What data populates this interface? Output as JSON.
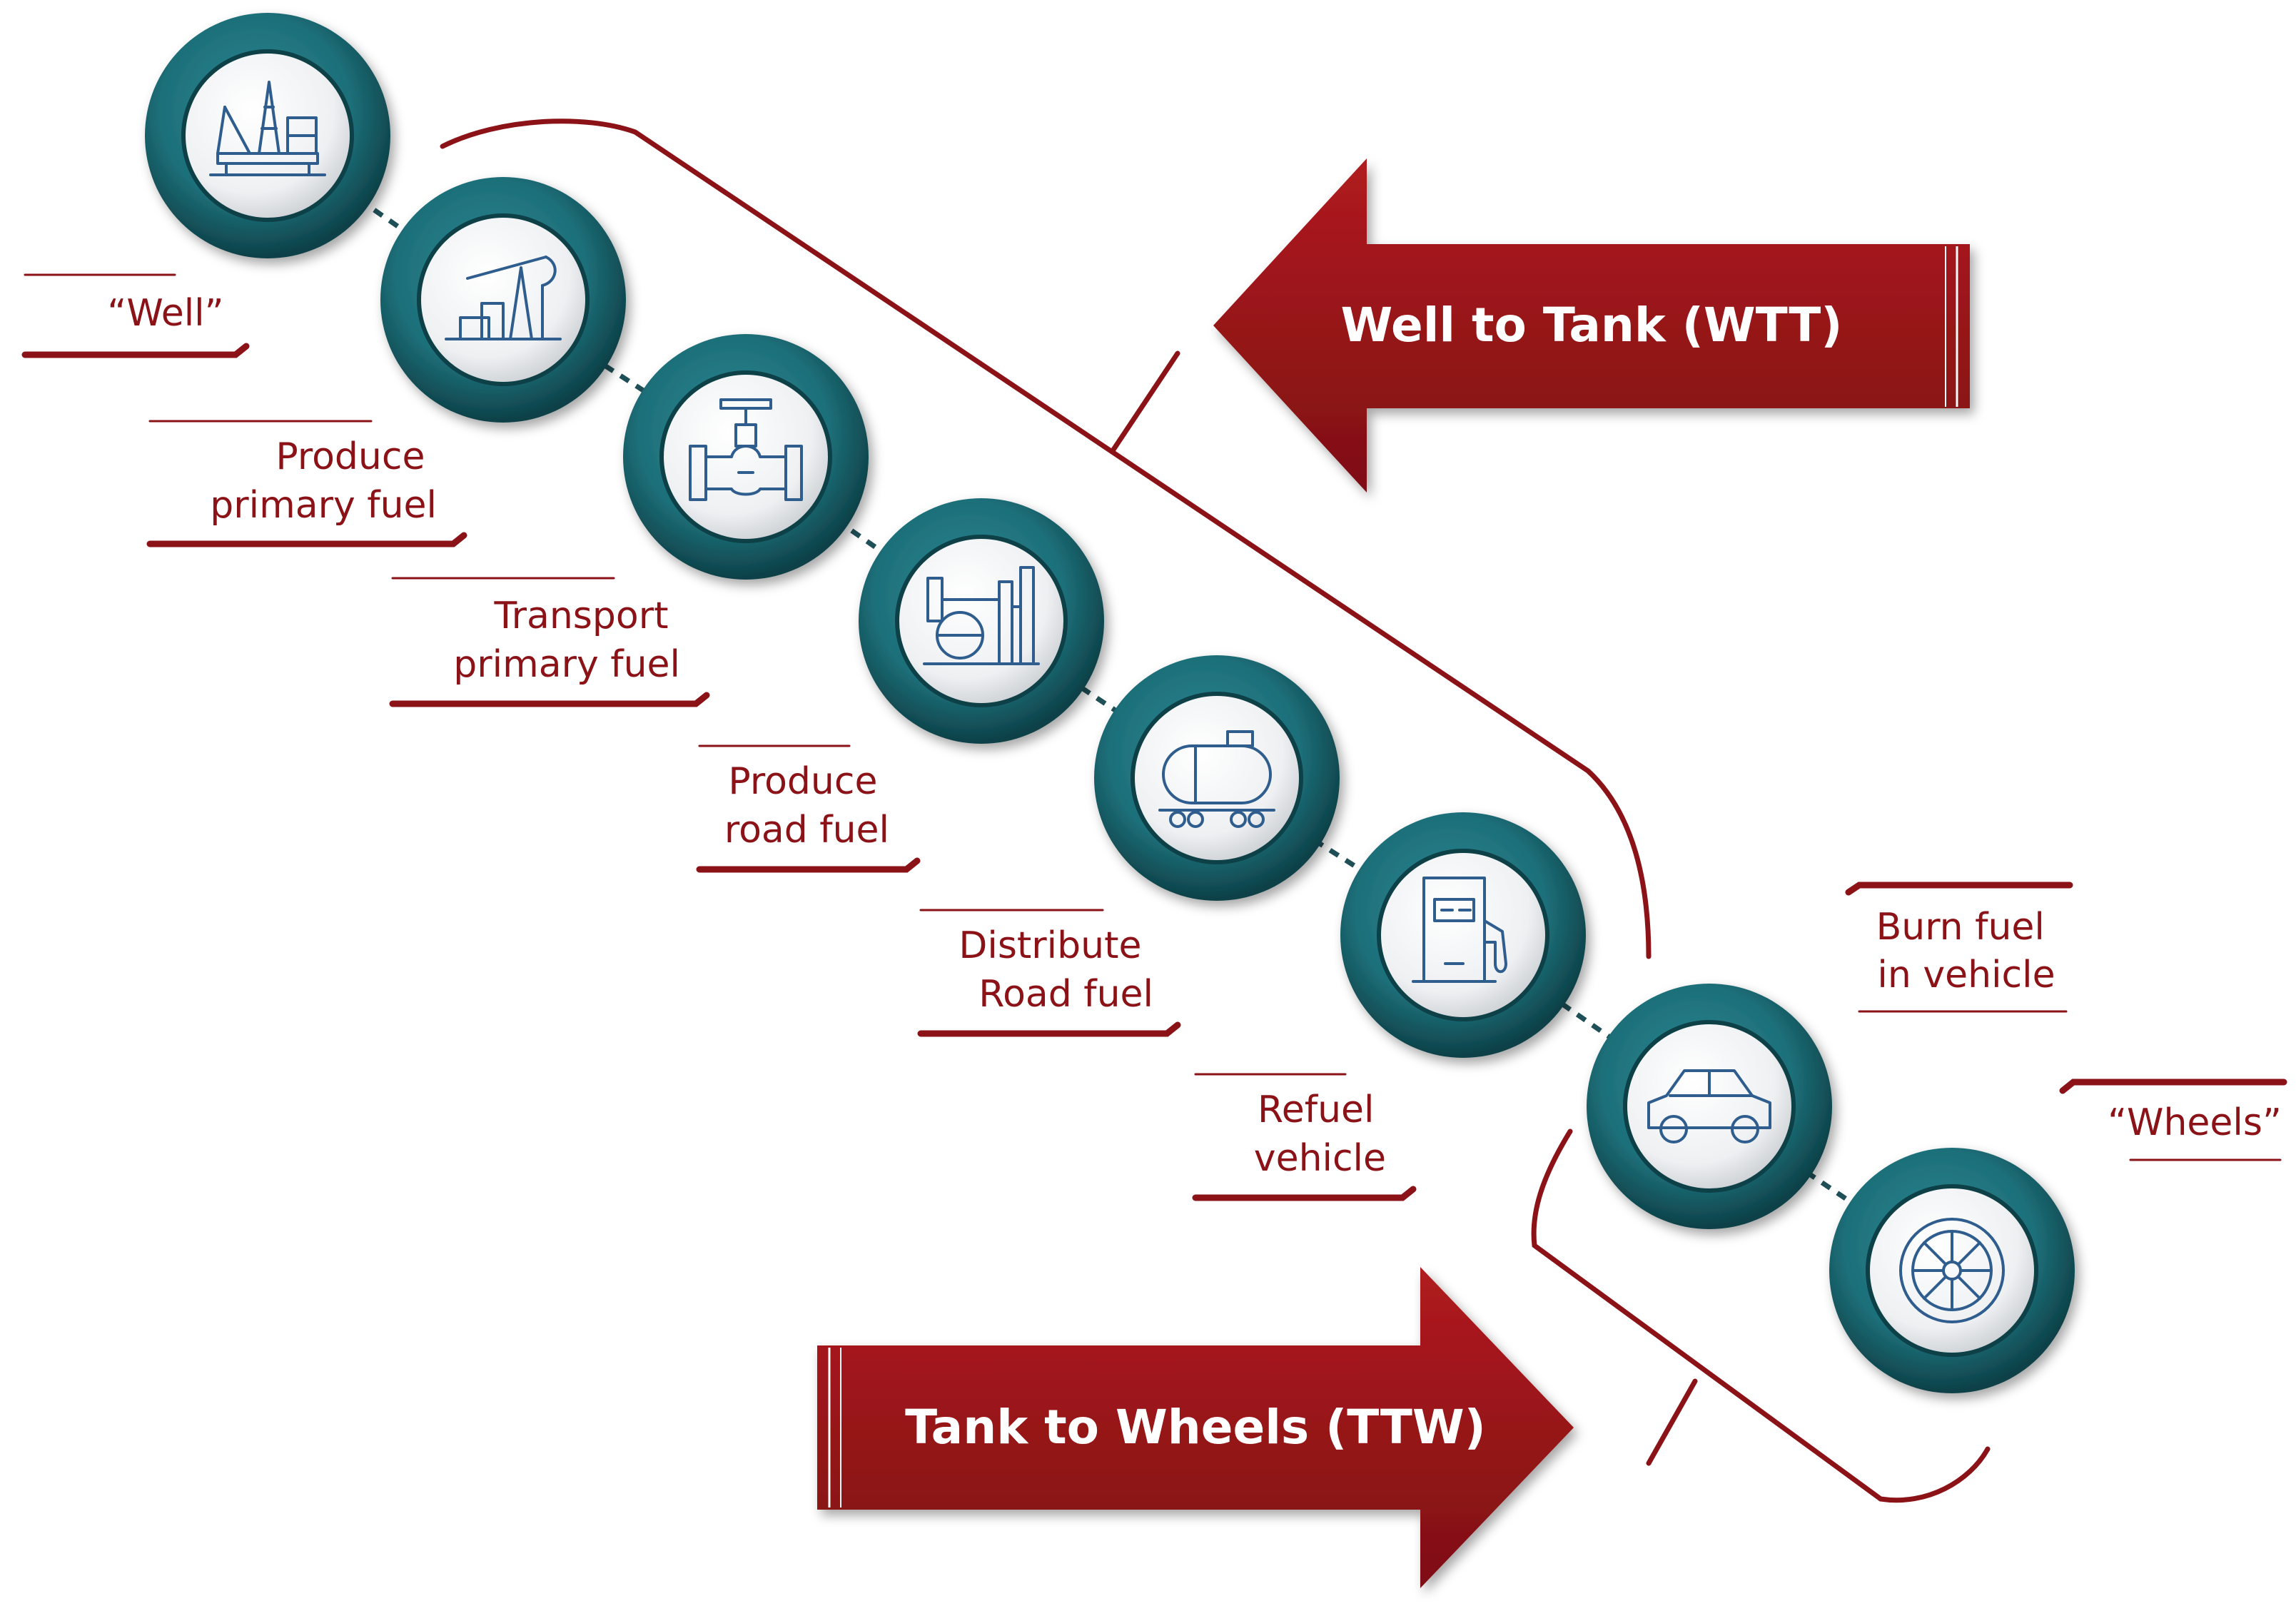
{
  "colors": {
    "accent_red": "#9b1419",
    "dark_red": "#6e0b0e",
    "ring_teal": "#1d6f79",
    "ring_dark": "#0f4a52",
    "icon_blue": "#2e5d8e"
  },
  "arrows": {
    "wtt": "Well to Tank (WTT)",
    "ttw": "Tank to Wheels (TTW)"
  },
  "steps": [
    {
      "icon": "oil-rig-icon",
      "lines": [
        "“Well”"
      ]
    },
    {
      "icon": "pumpjack-icon",
      "lines": [
        "Produce",
        "primary fuel"
      ]
    },
    {
      "icon": "pipeline-valve-icon",
      "lines": [
        "Transport",
        "primary fuel"
      ]
    },
    {
      "icon": "refinery-icon",
      "lines": [
        "Produce",
        "road fuel"
      ]
    },
    {
      "icon": "tanker-wagon-icon",
      "lines": [
        "Distribute",
        "Road fuel"
      ]
    },
    {
      "icon": "fuel-pump-icon",
      "lines": [
        "Refuel",
        "vehicle"
      ]
    },
    {
      "icon": "car-icon",
      "lines": [
        "Burn fuel",
        "in vehicle"
      ]
    },
    {
      "icon": "wheel-icon",
      "lines": [
        "“Wheels”"
      ]
    }
  ]
}
